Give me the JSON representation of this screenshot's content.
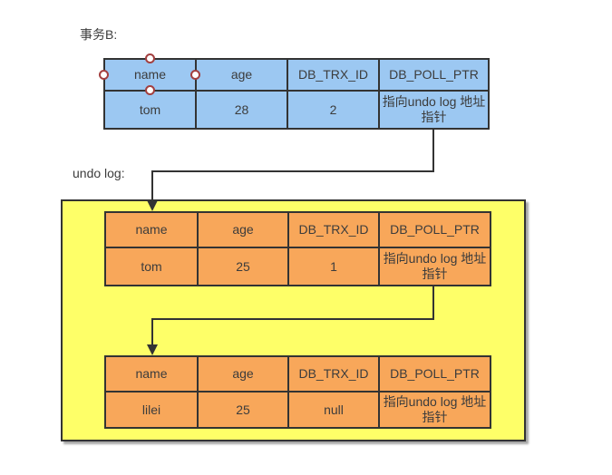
{
  "labels": {
    "transaction": "事务B:",
    "undo_log": "undo log:"
  },
  "columns": [
    "name",
    "age",
    "DB_TRX_ID",
    "DB_POLL_PTR"
  ],
  "tables": {
    "transaction_b": {
      "name": "tom",
      "age": "28",
      "db_trx_id": "2",
      "db_poll_ptr": "指向undo log 地址指针"
    },
    "undo_version_1": {
      "name": "tom",
      "age": "25",
      "db_trx_id": "1",
      "db_poll_ptr": "指向undo log 地址指针"
    },
    "undo_version_2": {
      "name": "lilei",
      "age": "25",
      "db_trx_id": "null",
      "db_poll_ptr": "指向undo log 地址指针"
    }
  },
  "colors": {
    "transaction_table_fill": "#9cc8f2",
    "undo_table_fill": "#f8a75a",
    "undo_area_fill": "#feff68",
    "line": "#333333",
    "text": "#3c3c3c",
    "handle_border": "#a33f3f"
  }
}
